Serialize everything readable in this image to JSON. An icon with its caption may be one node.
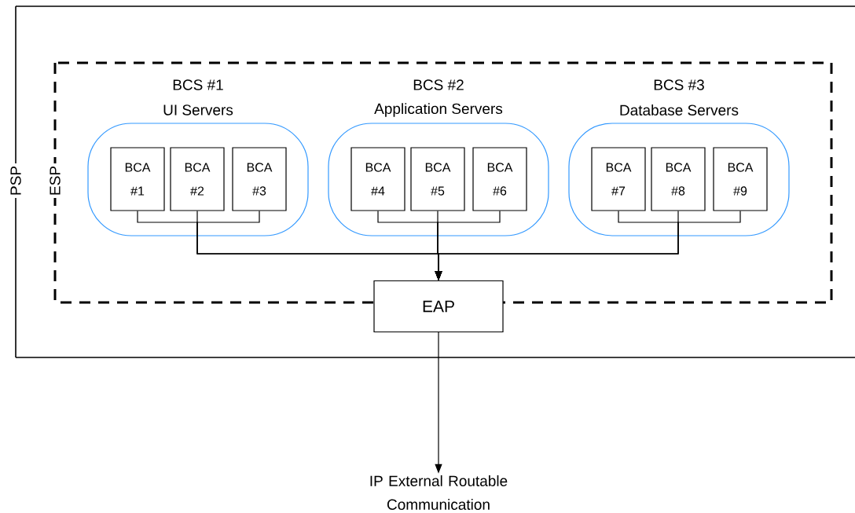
{
  "diagram": {
    "nodes": [
      {
        "text": [
          "PSP"
        ]
      },
      {
        "text": [
          "ESP"
        ],
        "in": 0
      },
      {
        "text": [
          "BCS #1",
          "UI Servers"
        ],
        "in": 1
      },
      {
        "text": [
          "BCA #1"
        ],
        "in": 2
      },
      {
        "text": [
          "BCA #2"
        ],
        "in": 2
      },
      {
        "text": [
          "BCA #3"
        ],
        "in": 2
      },
      {
        "text": [
          "BCS #2",
          "Application Servers"
        ],
        "in": 1
      },
      {
        "text": [
          "BCA #4"
        ],
        "in": 6
      },
      {
        "text": [
          "BCA #5"
        ],
        "in": 6
      },
      {
        "text": [
          "BCA #6"
        ],
        "in": 6
      },
      {
        "text": [
          "BCS #3",
          "Database Servers"
        ],
        "in": 1
      },
      {
        "text": [
          "BCA #7"
        ],
        "in": 10
      },
      {
        "text": [
          "BCA #8"
        ],
        "in": 10
      },
      {
        "text": [
          "BCA #9"
        ],
        "in": 10
      },
      {
        "text": [
          "EAP"
        ],
        "in": 0
      },
      {
        "text": [
          "IP External Routable Communication"
        ]
      }
    ],
    "edges": [
      {
        "from": 3,
        "to": 14,
        "arrow": "to"
      },
      {
        "from": 4,
        "to": 14,
        "arrow": "to"
      },
      {
        "from": 5,
        "to": 14,
        "arrow": "to"
      },
      {
        "from": 7,
        "to": 14,
        "arrow": "to"
      },
      {
        "from": 8,
        "to": 14,
        "arrow": "to"
      },
      {
        "from": 9,
        "to": 14,
        "arrow": "to"
      },
      {
        "from": 11,
        "to": 14,
        "arrow": "to"
      },
      {
        "from": 12,
        "to": 14,
        "arrow": "to"
      },
      {
        "from": 13,
        "to": 14,
        "arrow": "to"
      },
      {
        "from": 14,
        "to": 15,
        "arrow": "to"
      }
    ]
  }
}
